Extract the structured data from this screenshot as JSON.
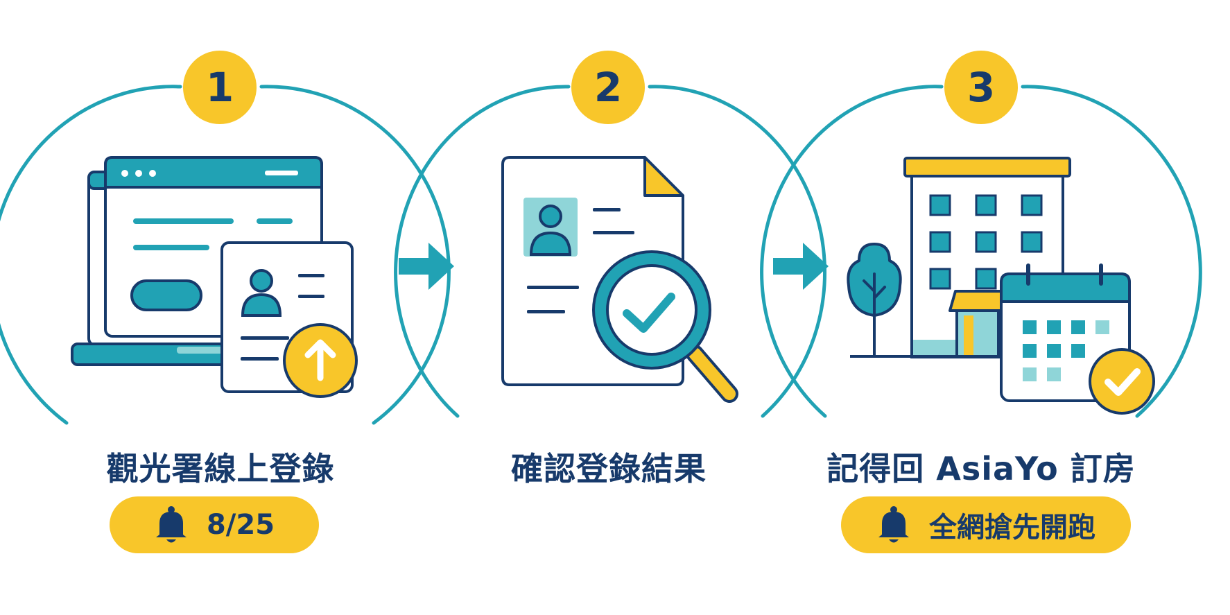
{
  "colors": {
    "teal": "#21a2b4",
    "teal_light": "#8fd5d8",
    "navy": "#173a6b",
    "yellow": "#f8c62a",
    "white": "#ffffff"
  },
  "steps": [
    {
      "number": "1",
      "caption": "觀光署線上登錄",
      "badge": {
        "icon": "bell-icon",
        "text": "8/25"
      }
    },
    {
      "number": "2",
      "caption": "確認登錄結果"
    },
    {
      "number": "3",
      "caption": "記得回 AsiaYo 訂房",
      "badge": {
        "icon": "bell-icon",
        "text": "全網搶先開跑"
      }
    }
  ]
}
